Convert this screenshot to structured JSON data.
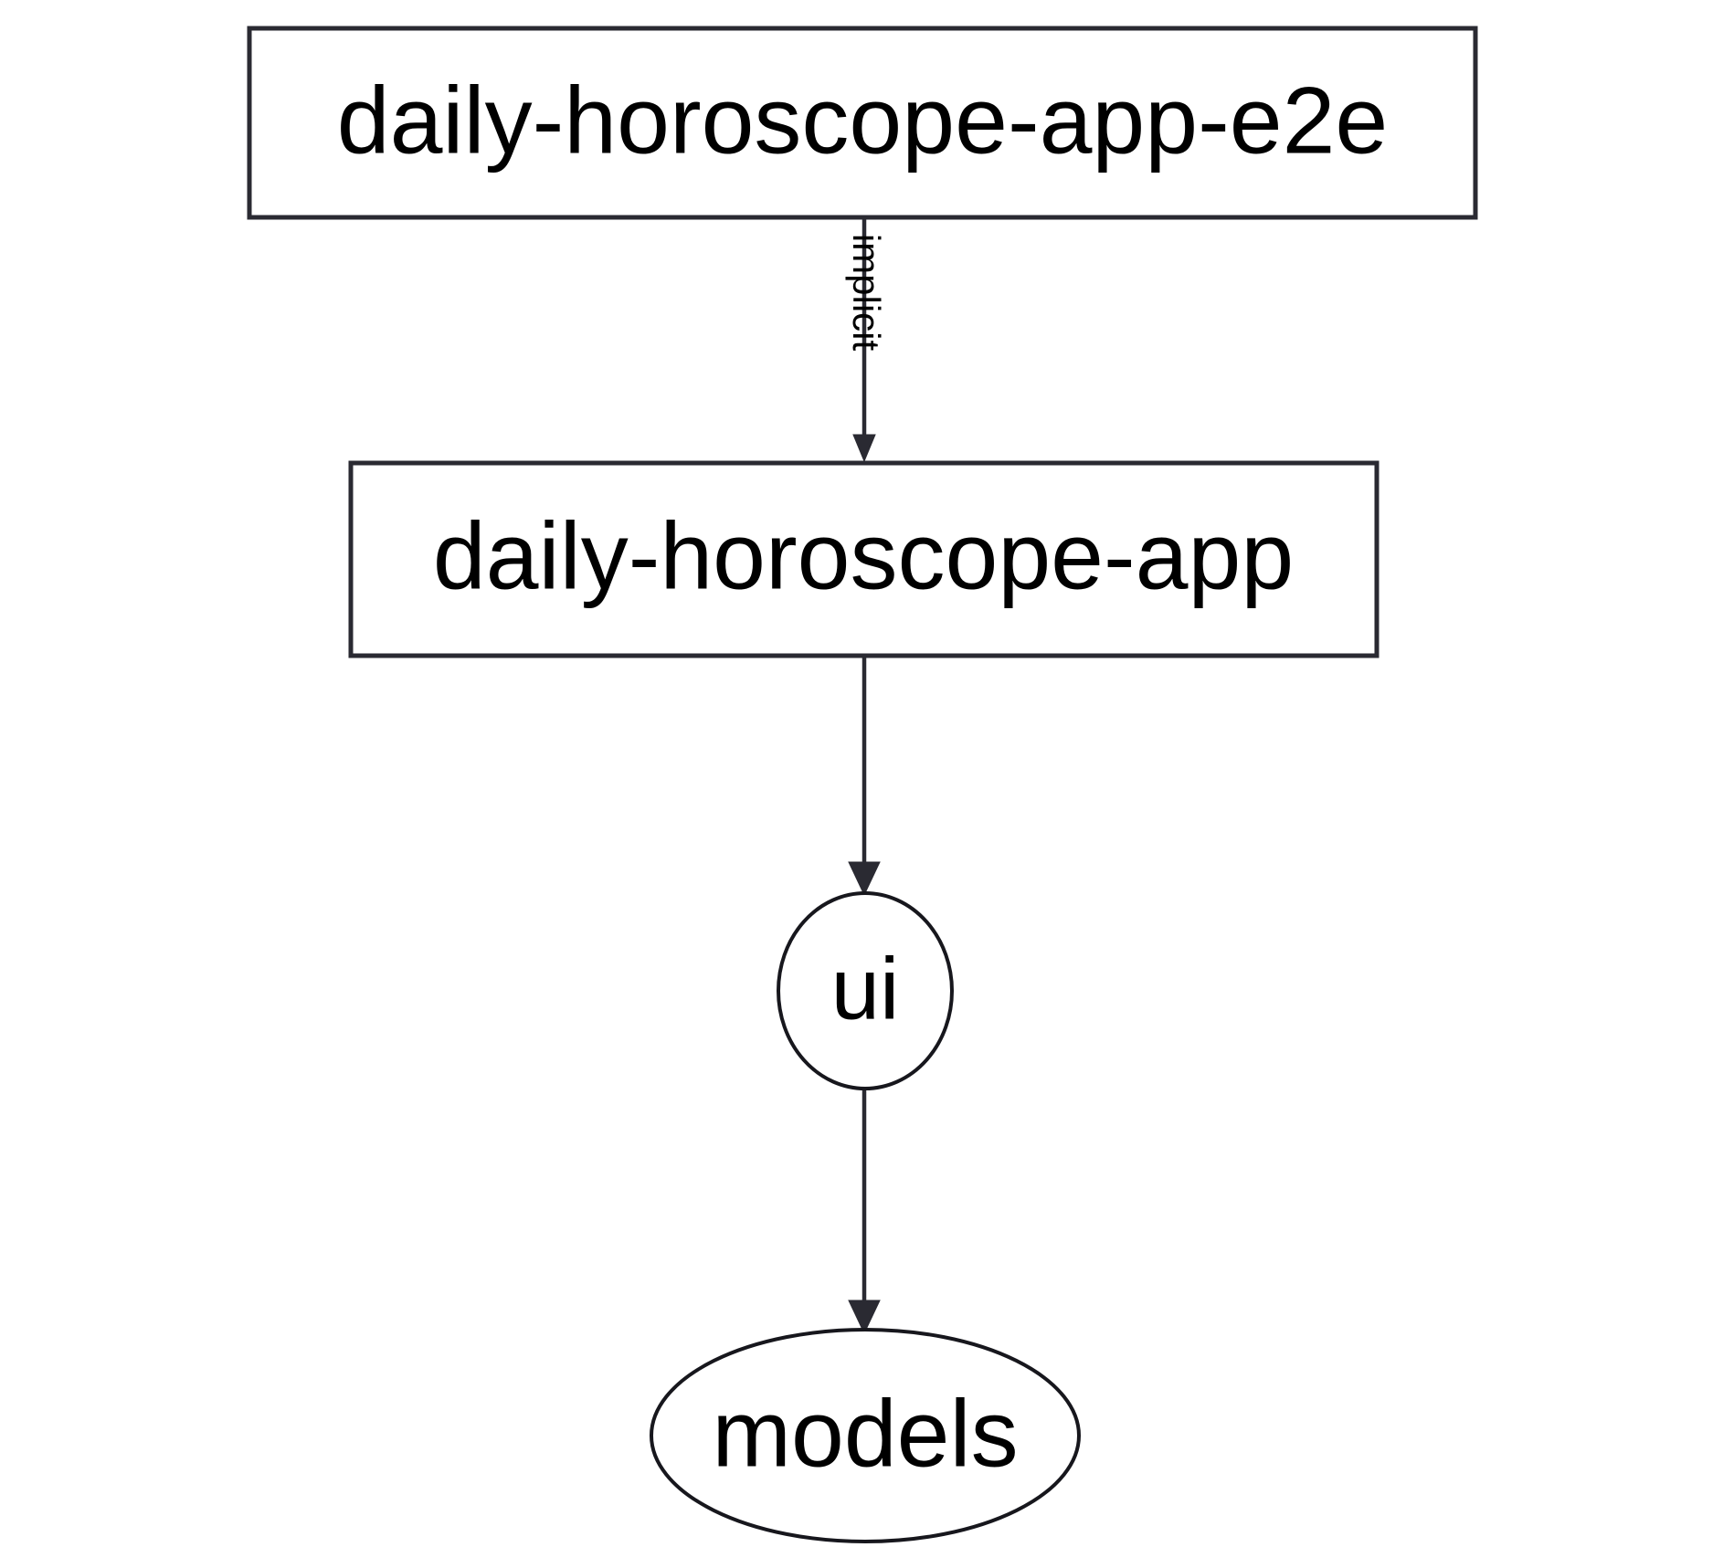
{
  "diagram": {
    "type": "directed-dependency-graph",
    "background_color": "#ffffff",
    "stroke_color": "#2a2a32",
    "text_color": "#000000",
    "nodes": [
      {
        "id": "daily-horoscope-app-e2e",
        "label": "daily-horoscope-app-e2e",
        "shape": "rectangle"
      },
      {
        "id": "daily-horoscope-app",
        "label": "daily-horoscope-app",
        "shape": "rectangle"
      },
      {
        "id": "ui",
        "label": "ui",
        "shape": "circle"
      },
      {
        "id": "models",
        "label": "models",
        "shape": "ellipse"
      }
    ],
    "edges": [
      {
        "from": "daily-horoscope-app-e2e",
        "to": "daily-horoscope-app",
        "label": "implicit",
        "label_rotation": "vertical"
      },
      {
        "from": "daily-horoscope-app",
        "to": "ui",
        "label": ""
      },
      {
        "from": "ui",
        "to": "models",
        "label": ""
      }
    ]
  }
}
